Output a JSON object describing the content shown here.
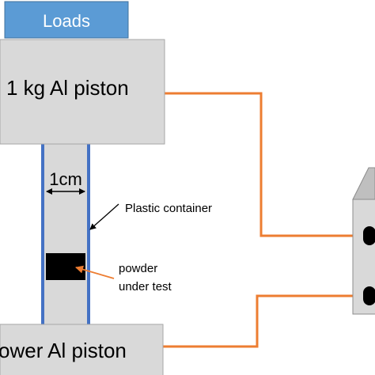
{
  "labels": {
    "loads": "Loads",
    "upper_piston": "1 kg Al piston",
    "lower_piston": "ower Al piston",
    "width_marker": "1cm",
    "container": "Plastic container",
    "powder_line1": "powder",
    "powder_line2": "under test"
  },
  "colors": {
    "loads_fill": "#5b9bd5",
    "piston_fill": "#d9d9d9",
    "container_border": "#4472c4",
    "wire": "#ed7d31",
    "powder": "#000000"
  }
}
